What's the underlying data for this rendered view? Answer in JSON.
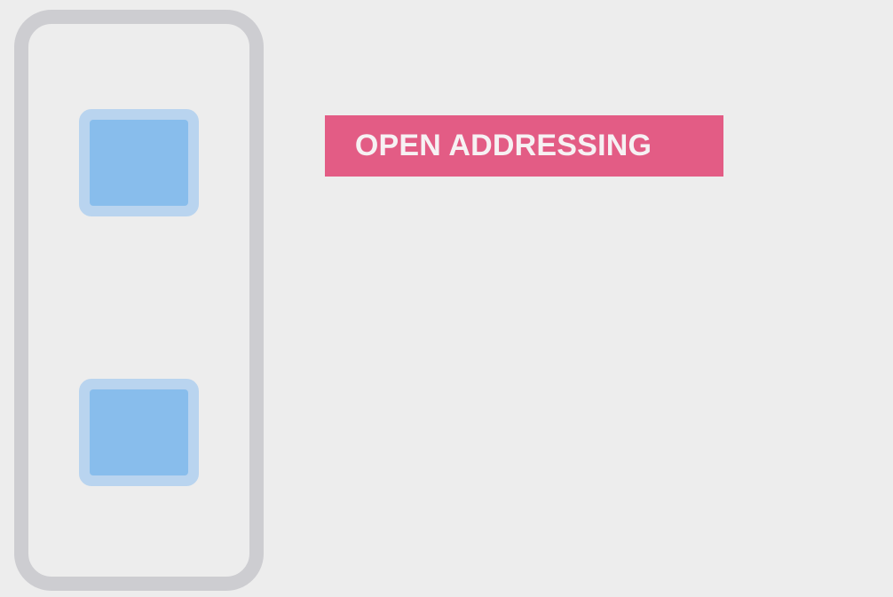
{
  "banner": {
    "label": "OPEN ADDRESSING"
  },
  "colors": {
    "background": "#ededed",
    "container_border": "#cdcdd1",
    "slot_outer": "#b9d4ef",
    "slot_inner": "#88bdec",
    "banner_fill": "#e35c85",
    "banner_text": "#f6f1f3"
  },
  "slots": [
    {
      "name": "slot-1"
    },
    {
      "name": "slot-2"
    }
  ]
}
